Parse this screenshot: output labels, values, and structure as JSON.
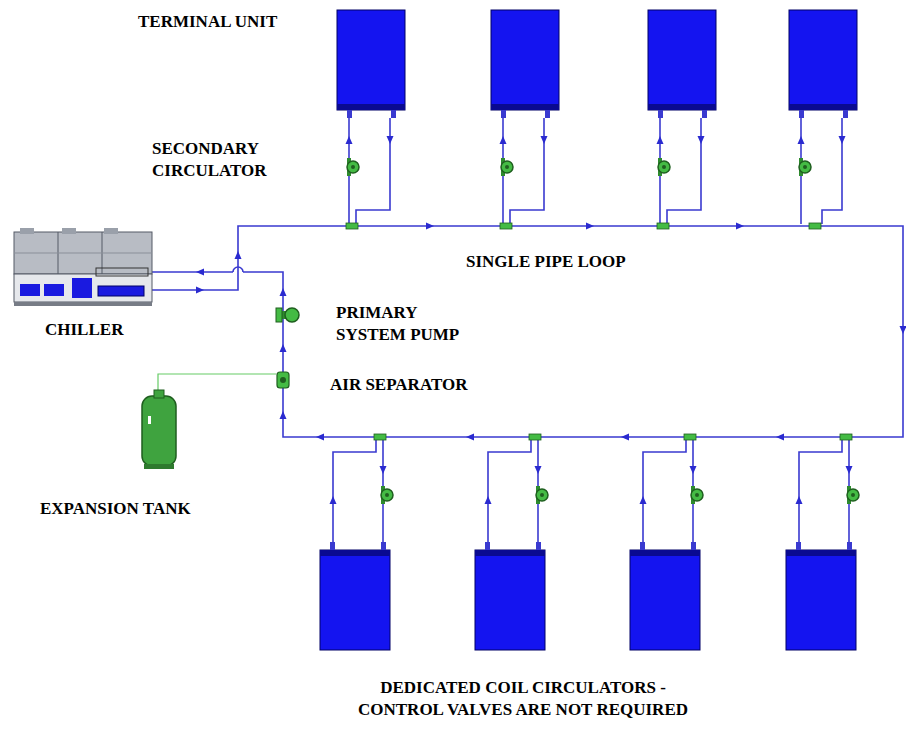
{
  "diagram": {
    "caption": "DEDICATED COIL CIRCULATORS - CONTROL VALVES ARE NOT REQUIRED",
    "labels": [
      "TERMINAL UNIT",
      "SECONDARY CIRCULATOR",
      "SINGLE PIPE LOOP",
      "CHILLER",
      "PRIMARY SYSTEM PUMP",
      "AIR SEPARATOR",
      "EXPANSION TANK"
    ]
  }
}
